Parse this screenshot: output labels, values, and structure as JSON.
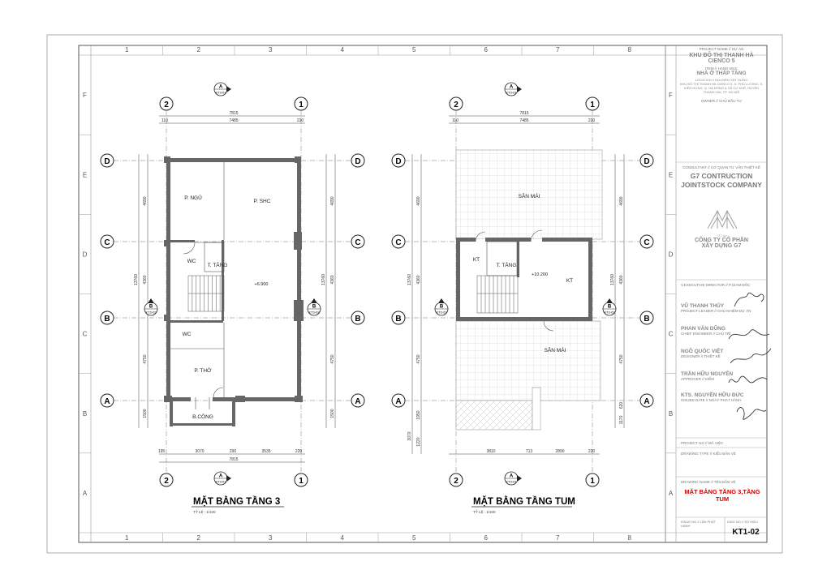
{
  "grid": {
    "columns": [
      "1",
      "2",
      "3",
      "4",
      "5",
      "6",
      "7",
      "8"
    ],
    "rows": [
      "F",
      "E",
      "D",
      "C",
      "B",
      "A"
    ]
  },
  "plan3": {
    "title": "MẶT BẰNG TẦNG 3",
    "scale": "TỶ LỆ : 1/100",
    "rooms": {
      "bedroom": "P. NGỦ",
      "family": "P. SHC",
      "wc1": "WC",
      "altar_stair": "T. TĂNG",
      "wc2": "WC",
      "worship": "P. THỜ",
      "balcony": "B.CÔNG"
    },
    "level": "+6.900",
    "dims_top": [
      "7815",
      "7485",
      "110",
      "220"
    ],
    "dims_bottom": [
      "195",
      "3070",
      "290",
      "3535",
      "220",
      "7815"
    ],
    "dims_left": [
      "4690",
      "4360",
      "4750",
      "1500",
      "13760"
    ],
    "dims_right": [
      "4690",
      "4360",
      "4750",
      "1500",
      "13760"
    ]
  },
  "plantum": {
    "title": "MẶT BẰNG TẦNG TUM",
    "scale": "TỶ LỆ : 1/100",
    "rooms": {
      "roof1": "SÂN MÁI",
      "kt1": "KT",
      "altar_stair": "T. TĂNG",
      "kt2": "KT",
      "roof2": "SÂN MÁI"
    },
    "level": "+10.200",
    "dims_top": [
      "7815",
      "7485",
      "110",
      "220"
    ],
    "dims_bottom": [
      "3810",
      "713",
      "2890",
      "220"
    ],
    "dims_left": [
      "4690",
      "4360",
      "4750",
      "1950",
      "1220",
      "3070",
      "13760"
    ],
    "dims_right": [
      "4690",
      "4360",
      "4750",
      "620",
      "1170",
      "13760"
    ]
  },
  "axes": {
    "col2": "2",
    "col1": "1",
    "rowD": "D",
    "rowC": "C",
    "rowB": "B",
    "rowA": "A"
  },
  "section_markers": {
    "a_letter": "A",
    "a_ref": "KT3-01",
    "b_letter": "B",
    "b_ref": "KT3-02"
  },
  "titleblock": {
    "project_label": "PROJECT NAME // DỰ ÁN",
    "project": "KHU ĐÔ THỊ THANH HÀ CIENCO 5",
    "item_label": "ITEM // HẠNG MỤC",
    "item": "NHÀ Ở THẤP TẦNG",
    "location_label": "LOCATION // ĐỊA ĐIỂM XÂY DỰNG",
    "location": "KHU ĐÔ THỊ THANH HÀ CIENCO 5, X. PHÚ LƯƠNG, X. KIẾN HƯNG, Q. HÀ ĐÔNG & XÃ CỰ KHÊ, HUYỆN THANH OAI, TP. HÀ NỘI",
    "owner_label": "OWNER // CHỦ ĐẦU TƯ",
    "consultant_label": "CONSULTANT // CƠ QUAN TƯ VẤN THIẾT KẾ",
    "company_en": "G7 CONTRUCTION JOINTSTOCK COMPANY",
    "company_vn1": "CÔNG TY CỔ PHẦN",
    "company_vn2": "XÂY DỰNG G7",
    "exec_label": "V.EXECUTIVE DIRECTOR // P.GIÁM ĐỐC",
    "exec_name": "VŨ THANH THỦY",
    "leader_label": "PROJECT LEADER // CHỦ NHIỆM DỰ ÁN",
    "leader_name": "PHAN VĂN DŨNG",
    "chief_label": "CHIEF ENGINEER // CHỦ TRÌ",
    "chief_name": "NGÔ QUỐC VIỆT",
    "designer_label": "DESIGNER // THIẾT KẾ",
    "designer_name": "TRẦN HỮU NGUYÊN",
    "approver_label": "APPROVER // KIỂM",
    "approver_name": "KTS. NGUYỄN HỮU ĐỨC",
    "issued_label": "ISSUED DATE // NGÀY PHÁT HÀNH",
    "projno_label": "PROJECT NO // MÃ VIỆC",
    "dtype_label": "DRAWING TYPE // KIỂU BẢN VẼ",
    "dname_label": "DRAWING NAME // TÊN BẢN VẼ",
    "dname": "MẶT BẰNG TẦNG 3,TẦNG TUM",
    "issue_label": "ISSUE NO // LẦN PHÁT HÀNH",
    "dwgno_label": "DWG NO // SỐ HIỆU",
    "dwgno": "KT1-02"
  }
}
